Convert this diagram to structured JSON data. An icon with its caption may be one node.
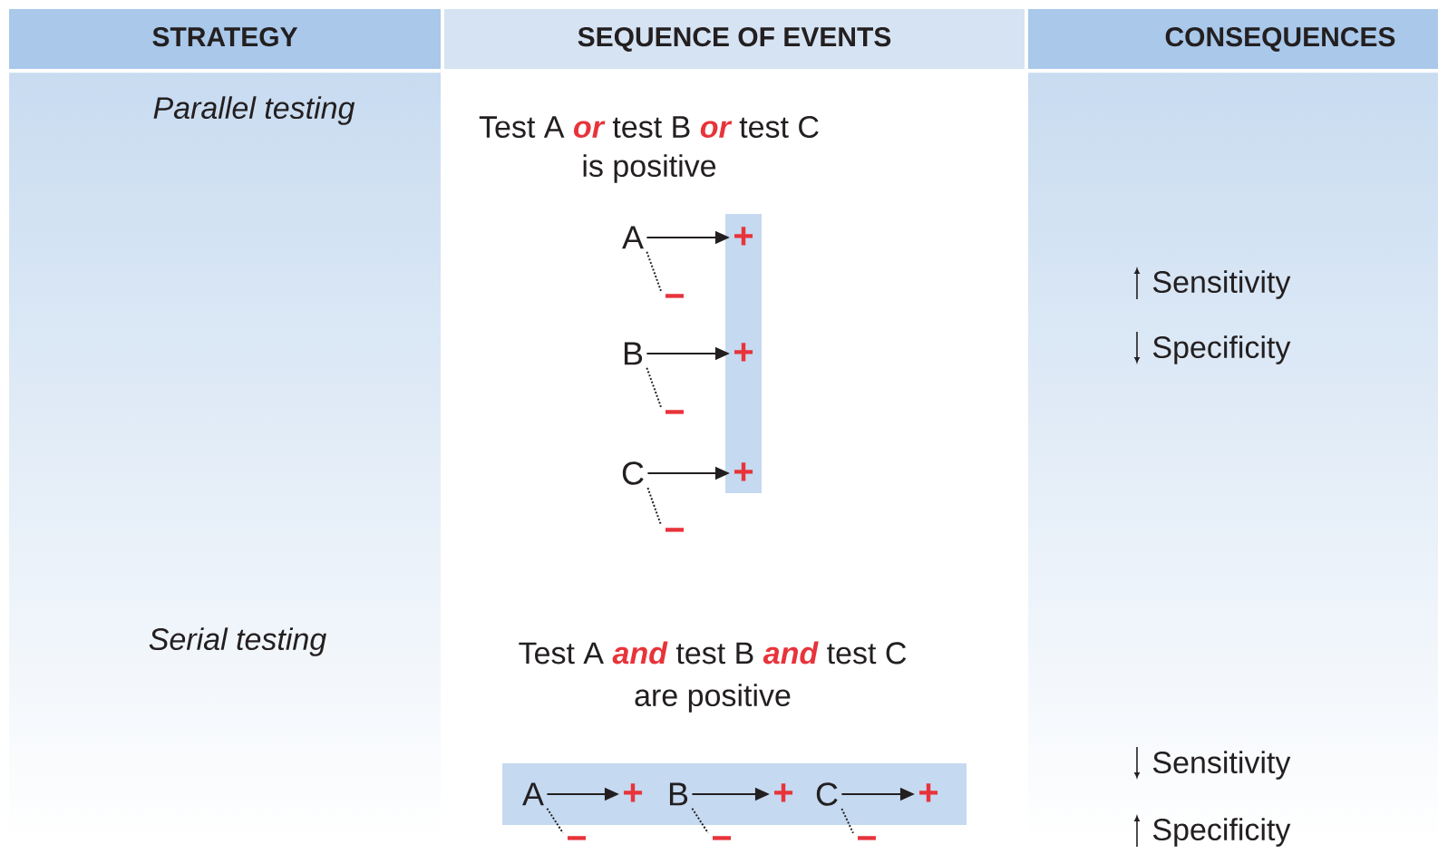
{
  "diagram": {
    "nodes": [
      {
        "text": [],
        "shape": "bar"
      },
      {
        "text": [
          "A"
        ]
      },
      {
        "text": [
          "+"
        ],
        "in": 0
      },
      {
        "text": [
          "−"
        ]
      },
      {
        "text": [
          "B"
        ]
      },
      {
        "text": [
          "+"
        ],
        "in": 0
      },
      {
        "text": [
          "−"
        ]
      },
      {
        "text": [
          "C"
        ]
      },
      {
        "text": [
          "+"
        ],
        "in": 0
      },
      {
        "text": [
          "−"
        ]
      },
      {
        "text": [],
        "shape": "bar"
      },
      {
        "text": [
          "A"
        ],
        "in": 10
      },
      {
        "text": [
          "+"
        ],
        "in": 10
      },
      {
        "text": [
          "B"
        ],
        "in": 10
      },
      {
        "text": [
          "+"
        ],
        "in": 10
      },
      {
        "text": [
          "C"
        ],
        "in": 10
      },
      {
        "text": [
          "+"
        ],
        "in": 10
      },
      {
        "text": [
          "−"
        ]
      },
      {
        "text": [
          "−"
        ]
      },
      {
        "text": [
          "−"
        ]
      }
    ],
    "edges": [
      {
        "from": 1,
        "to": 2,
        "arrow": "to"
      },
      {
        "from": 1,
        "to": 3,
        "arrow": "none",
        "style": "dashed"
      },
      {
        "from": 4,
        "to": 5,
        "arrow": "to"
      },
      {
        "from": 4,
        "to": 6,
        "arrow": "none",
        "style": "dashed"
      },
      {
        "from": 7,
        "to": 8,
        "arrow": "to"
      },
      {
        "from": 7,
        "to": 9,
        "arrow": "none",
        "style": "dashed"
      },
      {
        "from": 11,
        "to": 12,
        "arrow": "to"
      },
      {
        "from": 11,
        "to": 17,
        "arrow": "none",
        "style": "dashed"
      },
      {
        "from": 13,
        "to": 14,
        "arrow": "to"
      },
      {
        "from": 13,
        "to": 18,
        "arrow": "none",
        "style": "dashed"
      },
      {
        "from": 15,
        "to": 16,
        "arrow": "to"
      },
      {
        "from": 15,
        "to": 19,
        "arrow": "none",
        "style": "dashed"
      }
    ],
    "labels": [
      "STRATEGY",
      "SEQUENCE OF EVENTS",
      "CONSEQUENCES",
      "Parallel testing",
      "Test A **or** test B **or** test C",
      "is positive",
      "Sensitivity",
      "Specificity",
      "Serial testing",
      "Test A **and** test B **and** test C",
      "are positive",
      "Sensitivity",
      "Specificity"
    ]
  }
}
